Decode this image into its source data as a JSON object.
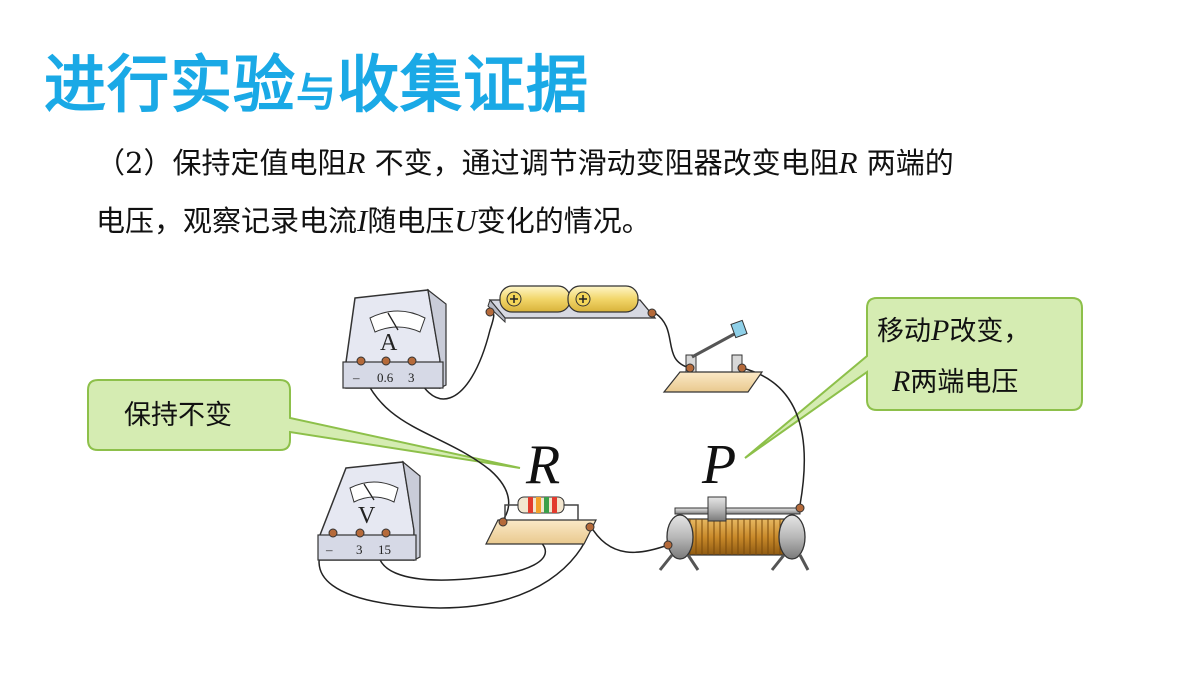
{
  "title": {
    "main": "进行实验",
    "connector": "与",
    "rest": "收集证据"
  },
  "paragraph": {
    "line1": [
      {
        "t": "（2）保持定值电阻",
        "i": false
      },
      {
        "t": "R",
        "i": true
      },
      {
        "t": " 不变，通过调节滑动变阻器改变电阻",
        "i": false
      },
      {
        "t": "R",
        "i": true
      },
      {
        "t": " 两端的",
        "i": false
      }
    ],
    "line2": [
      {
        "t": "电压，观察记录电流",
        "i": false
      },
      {
        "t": "I",
        "i": true
      },
      {
        "t": "随电压",
        "i": false
      },
      {
        "t": "U",
        "i": true
      },
      {
        "t": "变化的情况。",
        "i": false
      }
    ]
  },
  "callouts": {
    "left": {
      "text": "保持不变"
    },
    "right": {
      "line1_a": "移动",
      "line1_p": "P",
      "line1_b": "改变，",
      "line2_r": "R",
      "line2_b": "两端电压"
    }
  },
  "labels": {
    "resistor": "R",
    "slider": "P"
  },
  "ammeter": {
    "letter": "A",
    "terminals": [
      "–",
      "0.6",
      "3"
    ]
  },
  "voltmeter": {
    "letter": "V",
    "terminals": [
      "–",
      "3",
      "15"
    ]
  },
  "battery": {
    "symbols": [
      "⊕",
      "⊕"
    ]
  },
  "colors": {
    "title": "#1aa9e6",
    "callout_fill": "#d5ecb2",
    "callout_stroke": "#8dc04a",
    "coil": "#c98a2a"
  }
}
